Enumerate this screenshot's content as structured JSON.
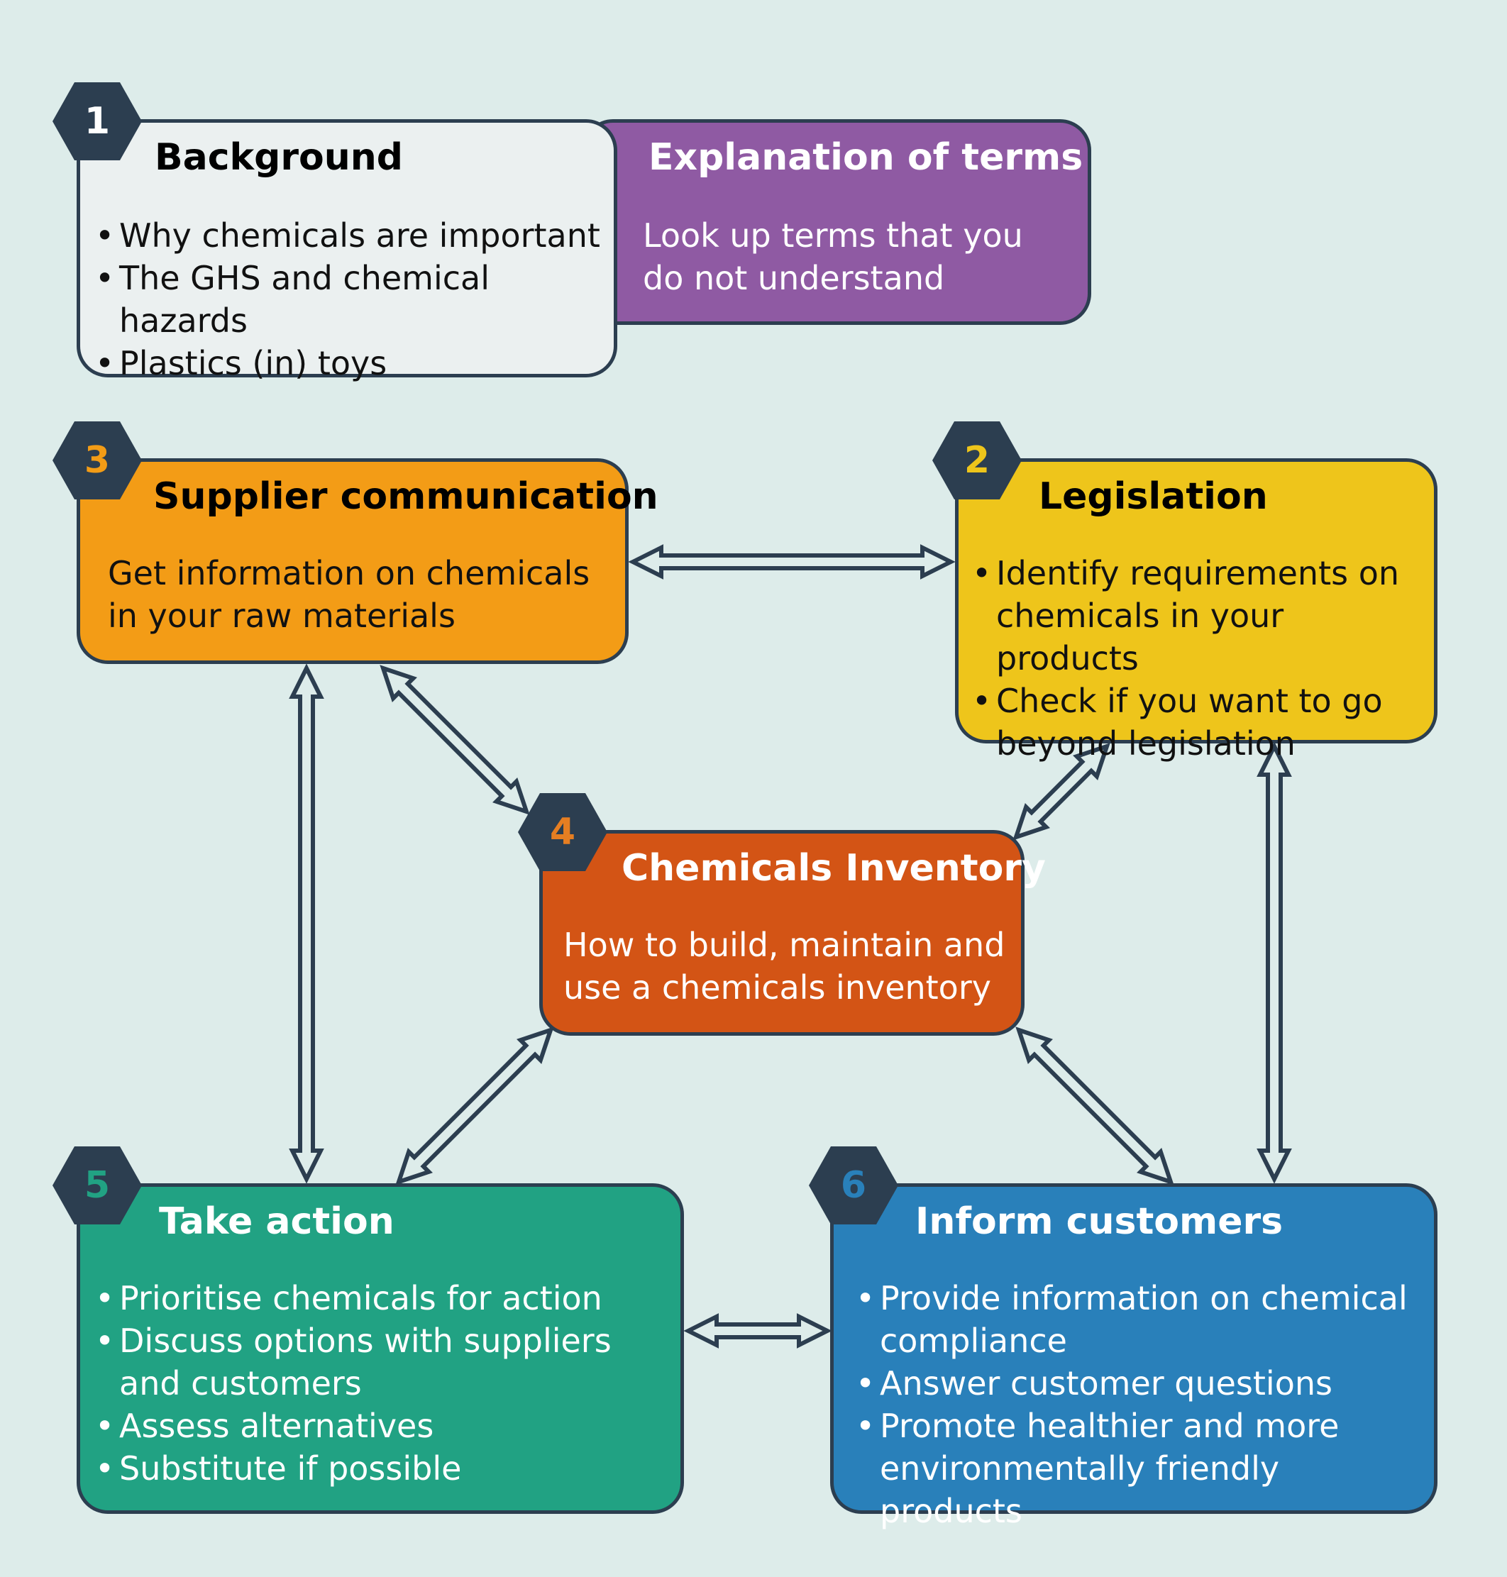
{
  "colors": {
    "background": "#ddecea",
    "outline": "#2c3e50",
    "background_box": "#ebf0f0",
    "terms_box": "#8f5aa3",
    "supplier_box": "#f39c16",
    "legislation_box": "#eec51b",
    "inventory_box": "#d35415",
    "action_box": "#21a283",
    "inform_box": "#2980ba"
  },
  "nodes": {
    "background": {
      "number": "1",
      "title": "Background",
      "items": [
        "Why chemicals are important",
        "The GHS and chemical hazards",
        "Plastics (in) toys"
      ]
    },
    "terms": {
      "title": "Explanation of terms",
      "text": "Look up terms that you do not understand"
    },
    "supplier": {
      "number": "3",
      "title": "Supplier communication",
      "text": "Get information on chemicals in your raw materials"
    },
    "legislation": {
      "number": "2",
      "title": "Legislation",
      "items": [
        "Identify requirements on chemicals in your products",
        "Check if you want to go beyond legislation"
      ]
    },
    "inventory": {
      "number": "4",
      "title": "Chemicals Inventory",
      "text": "How to build, maintain and use a chemicals inventory"
    },
    "action": {
      "number": "5",
      "title": "Take action",
      "items": [
        "Prioritise chemicals for action",
        "Discuss options with suppliers and customers",
        "Assess alternatives",
        "Substitute if possible"
      ]
    },
    "inform": {
      "number": "6",
      "title": "Inform customers",
      "items": [
        "Provide information on chemical compliance",
        "Answer customer questions",
        "Promote healthier and more environmentally friendly products"
      ]
    }
  }
}
